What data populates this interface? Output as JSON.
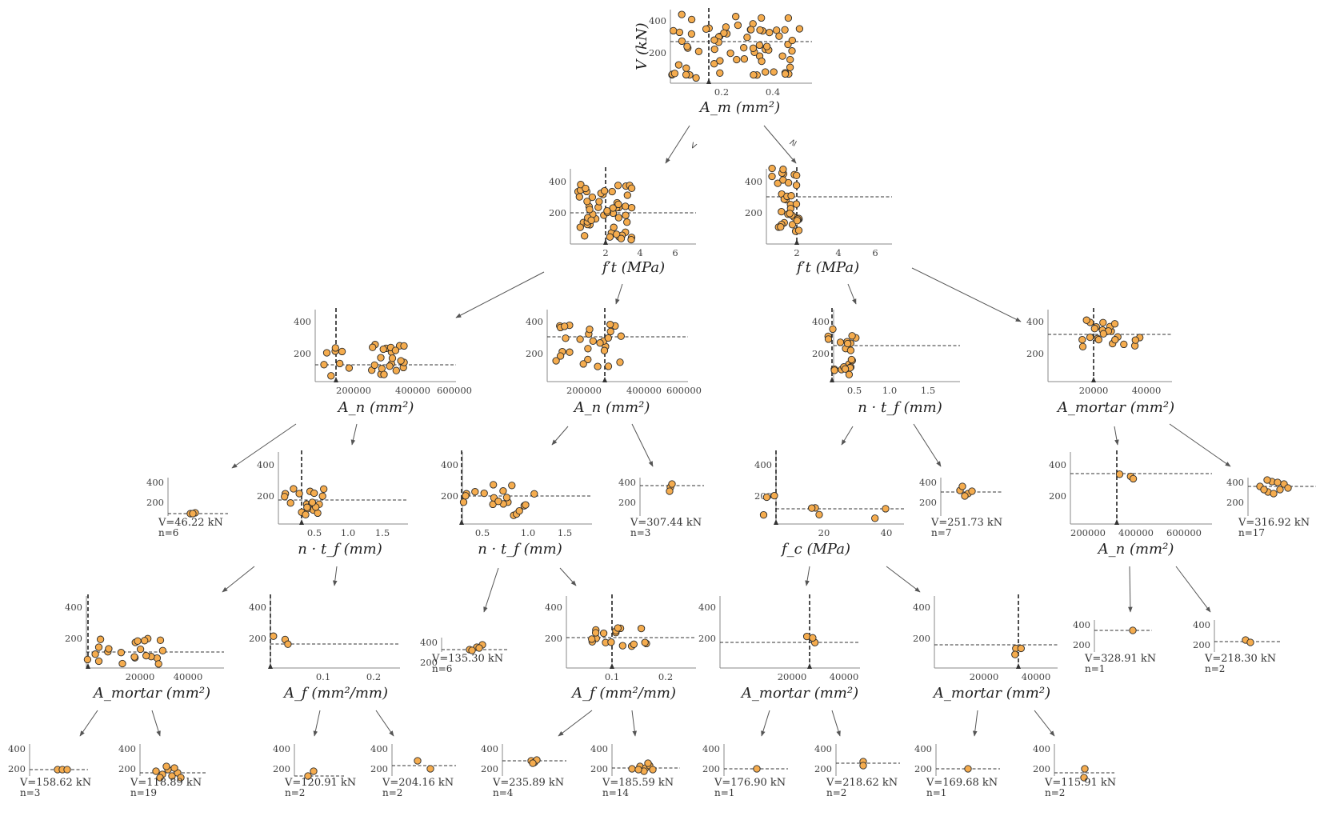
{
  "colors": {
    "point": "#f5ac4e",
    "point_edge": "#2a2a2a",
    "edge": "#555555"
  },
  "edge_labels": {
    "left": "<",
    "right": "≥"
  },
  "nodes": [
    {
      "id": "root",
      "label": "A_m (mm²)",
      "ylabel": "V (kN)",
      "xticks": [
        "0.2",
        "0.4"
      ],
      "yticks": [
        "200",
        "400"
      ]
    },
    {
      "id": "L",
      "label": "f′t (MPa)",
      "xticks": [
        "2",
        "4",
        "6"
      ],
      "yticks": [
        "200",
        "400"
      ]
    },
    {
      "id": "R",
      "label": "f′t (MPa)",
      "xticks": [
        "2",
        "4",
        "6"
      ],
      "yticks": [
        "200",
        "400"
      ]
    },
    {
      "id": "LL",
      "label": "A_n (mm²)",
      "xticks": [
        "200000",
        "400000",
        "600000"
      ],
      "yticks": [
        "200",
        "400"
      ]
    },
    {
      "id": "LR",
      "label": "A_n (mm²)",
      "xticks": [
        "200000",
        "400000",
        "600000"
      ],
      "yticks": [
        "200",
        "400"
      ]
    },
    {
      "id": "RL",
      "label": "n · t_f (mm)",
      "xticks": [
        "0.5",
        "1.0",
        "1.5"
      ],
      "yticks": [
        "200",
        "400"
      ]
    },
    {
      "id": "RR",
      "label": "A_mortar (mm²)",
      "xticks": [
        "20000",
        "40000"
      ],
      "yticks": [
        "200",
        "400"
      ]
    },
    {
      "id": "LLR",
      "label": "n · t_f (mm)",
      "xticks": [
        "0.5",
        "1.0",
        "1.5"
      ],
      "yticks": [
        "200",
        "400"
      ]
    },
    {
      "id": "LRL",
      "label": "n · t_f (mm)",
      "xticks": [
        "0.5",
        "1.0",
        "1.5"
      ],
      "yticks": [
        "200",
        "400"
      ]
    },
    {
      "id": "RLL",
      "label": "f_c (MPa)",
      "xticks": [
        "20",
        "40"
      ],
      "yticks": [
        "200",
        "400"
      ]
    },
    {
      "id": "RRL",
      "label": "A_n (mm²)",
      "xticks": [
        "200000",
        "400000",
        "600000"
      ],
      "yticks": [
        "200",
        "400"
      ]
    },
    {
      "id": "LLRL",
      "label": "A_mortar (mm²)",
      "xticks": [
        "20000",
        "40000"
      ],
      "yticks": [
        "200",
        "400"
      ]
    },
    {
      "id": "LLRR",
      "label": "A_f (mm²/mm)",
      "xticks": [
        "0.1",
        "0.2"
      ],
      "yticks": [
        "200",
        "400"
      ]
    },
    {
      "id": "LRLR",
      "label": "A_f (mm²/mm)",
      "xticks": [
        "0.1",
        "0.2"
      ],
      "yticks": [
        "200",
        "400"
      ]
    },
    {
      "id": "RLLL",
      "label": "A_mortar (mm²)",
      "xticks": [
        "20000",
        "40000"
      ],
      "yticks": [
        "200",
        "400"
      ]
    },
    {
      "id": "RLLR",
      "label": "A_mortar (mm²)",
      "xticks": [
        "20000",
        "40000"
      ],
      "yticks": [
        "200",
        "400"
      ]
    }
  ],
  "leaves": [
    {
      "id": "LLL",
      "value": "V=46.22 kN",
      "n": "n=6"
    },
    {
      "id": "LRR",
      "value": "V=307.44 kN",
      "n": "n=3"
    },
    {
      "id": "RLR",
      "value": "V=251.73 kN",
      "n": "n=7"
    },
    {
      "id": "RRR",
      "value": "V=316.92 kN",
      "n": "n=17"
    },
    {
      "id": "LRLL",
      "value": "V=135.30 kN",
      "n": "n=6"
    },
    {
      "id": "RRLL",
      "value": "V=328.91 kN",
      "n": "n=1"
    },
    {
      "id": "RRLR",
      "value": "V=218.30 kN",
      "n": "n=2"
    },
    {
      "id": "LLRLL",
      "value": "V=158.62 kN",
      "n": "n=3"
    },
    {
      "id": "LLRLR",
      "value": "V=118.89 kN",
      "n": "n=19"
    },
    {
      "id": "LLRRL",
      "value": "V=120.91 kN",
      "n": "n=2"
    },
    {
      "id": "LLRRR",
      "value": "V=204.16 kN",
      "n": "n=2"
    },
    {
      "id": "LRLRL",
      "value": "V=235.89 kN",
      "n": "n=4"
    },
    {
      "id": "LRLRR",
      "value": "V=185.59 kN",
      "n": "n=14"
    },
    {
      "id": "RLLLL",
      "value": "V=176.90 kN",
      "n": "n=1"
    },
    {
      "id": "RLLLR",
      "value": "V=218.62 kN",
      "n": "n=2"
    },
    {
      "id": "RLLRL",
      "value": "V=169.68 kN",
      "n": "n=1"
    },
    {
      "id": "RLLRR",
      "value": "V=115.91 kN",
      "n": "n=2"
    }
  ]
}
